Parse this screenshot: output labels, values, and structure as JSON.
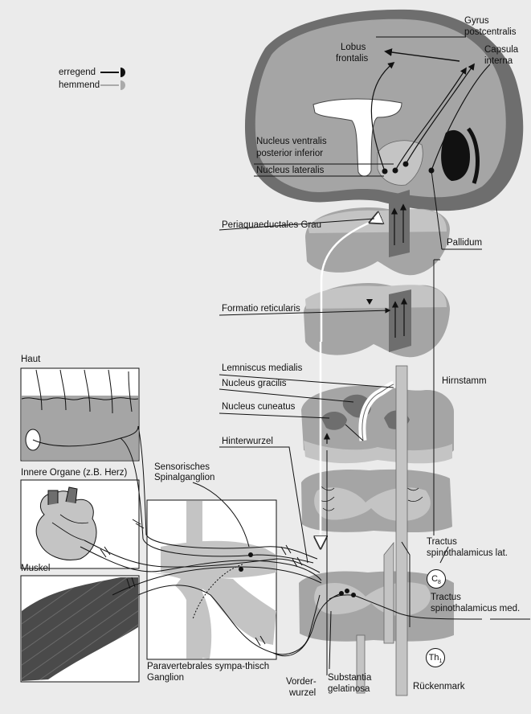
{
  "legend": {
    "excitatory": "erregend",
    "inhibitory": "hemmend"
  },
  "labels": {
    "gyrus_postcentralis_1": "Gyrus",
    "gyrus_postcentralis_2": "postcentralis",
    "capsula_interna_1": "Capsula",
    "capsula_interna_2": "interna",
    "lobus_frontalis_1": "Lobus",
    "lobus_frontalis_2": "frontalis",
    "nucleus_vpi_1": "Nucleus ventralis",
    "nucleus_vpi_2": "posterior inferior",
    "nucleus_lateralis": "Nucleus lateralis",
    "periaquaeductales_grau": "Periaquaeductales Grau",
    "pallidum": "Pallidum",
    "formatio_reticularis": "Formatio reticularis",
    "lemniscus_medialis": "Lemniscus medialis",
    "nucleus_gracilis": "Nucleus gracilis",
    "nucleus_cuneatus": "Nucleus cuneatus",
    "hirnstamm": "Hirnstamm",
    "hinterwurzel": "Hinterwurzel",
    "spinalganglion_1": "Sensorisches",
    "spinalganglion_2": "Spinalganglion",
    "tractus_lat_1": "Tractus",
    "tractus_lat_2": "spinothalamicus lat.",
    "tractus_med_1": "Tractus",
    "tractus_med_2": "spinothalamicus med.",
    "segment_c8_main": "C",
    "segment_c8_sub": "8",
    "segment_th1_main": "Th",
    "segment_th1_sub": "1",
    "haut": "Haut",
    "innere_organe": "Innere Organe (z.B. Herz)",
    "muskel": "Muskel",
    "ganglion_1": "Paravertebrales sympa-thisch",
    "ganglion_2": "Ganglion",
    "vorderwurzel_1": "Vorder-",
    "vorderwurzel_2": "wurzel",
    "substantia_1": "Substantia",
    "substantia_2": "gelatinosa",
    "rueckenmark": "Rückenmark"
  },
  "colors": {
    "background": "#ebebeb",
    "tissue_light": "#c4c4c4",
    "tissue_mid": "#a5a5a5",
    "tissue_dark": "#6e6e6e",
    "line": "#111111",
    "white": "#ffffff"
  }
}
